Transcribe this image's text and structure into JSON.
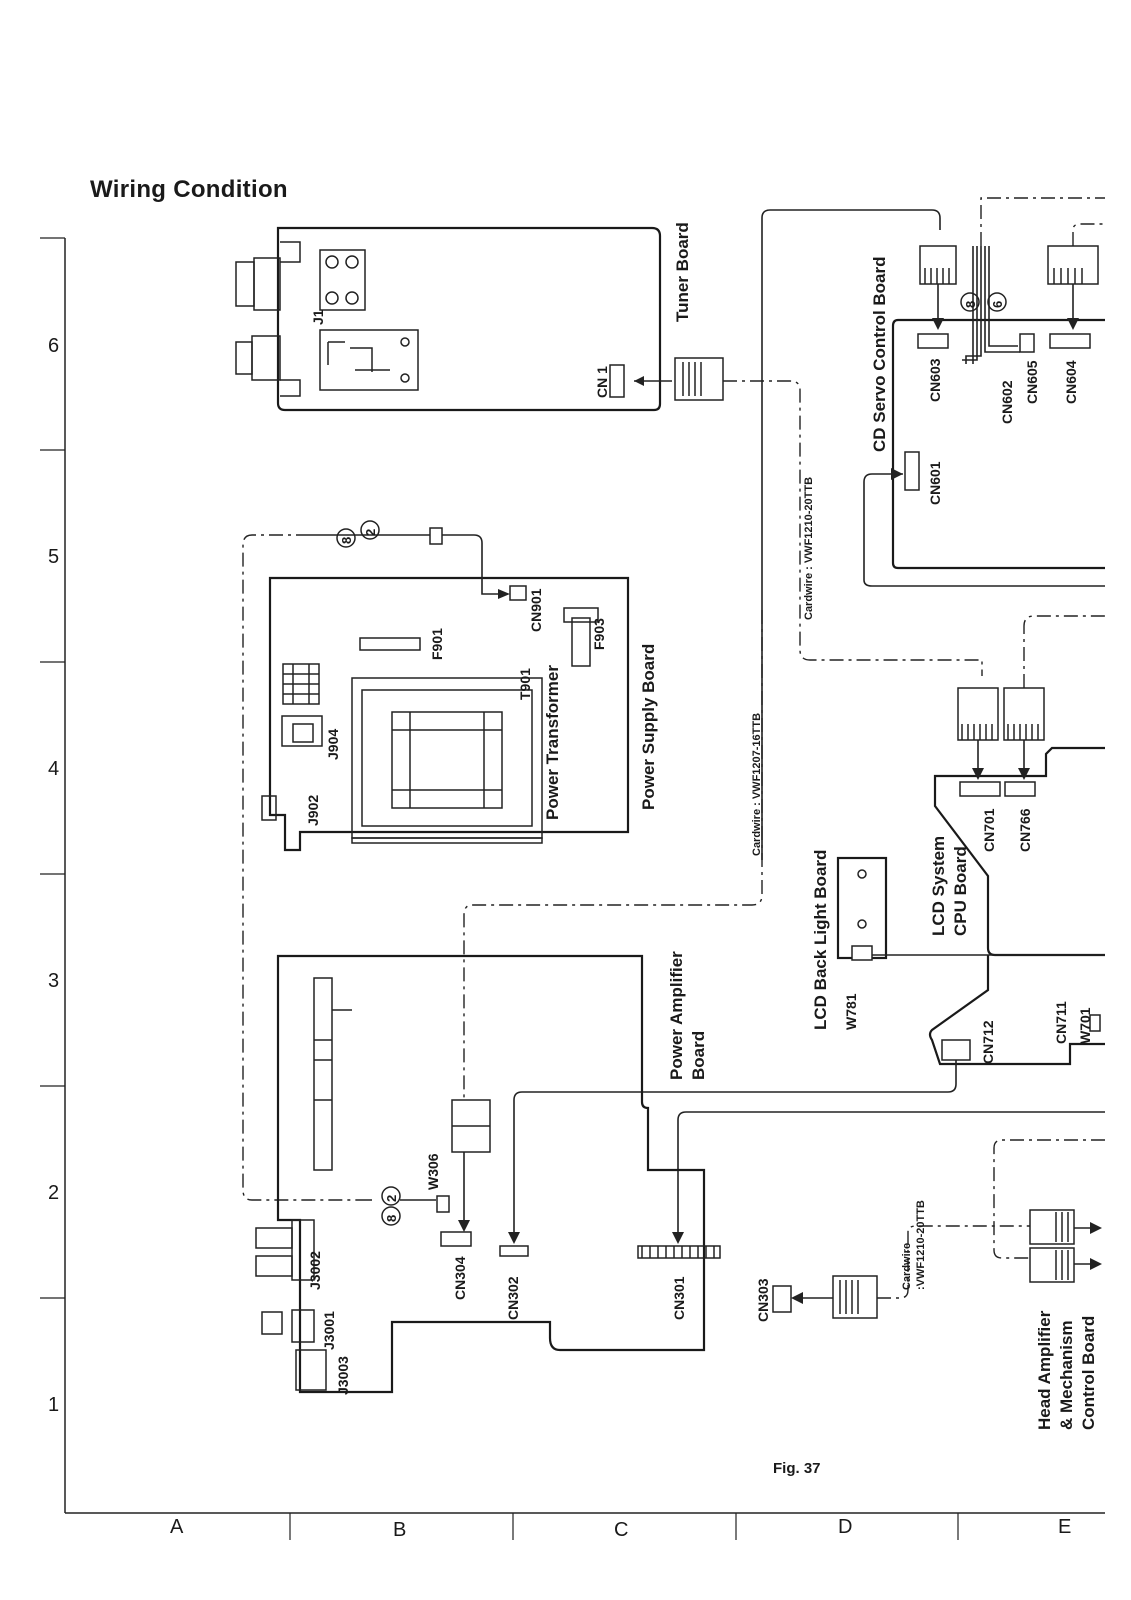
{
  "title": "Wiring Condition",
  "figure": "Fig. 37",
  "grid": {
    "rows": [
      "6",
      "5",
      "4",
      "3",
      "2",
      "1"
    ],
    "cols": [
      "A",
      "B",
      "C",
      "D",
      "E"
    ]
  },
  "boards": {
    "tuner": "Tuner Board",
    "cd_servo": "CD Servo Control Board",
    "power_supply": "Power Supply Board",
    "lcd_backlight": "LCD Back Light Board",
    "lcd_cpu_1": "LCD System",
    "lcd_cpu_2": "CPU Board",
    "power_amp_1": "Power Amplifier",
    "power_amp_2": "Board",
    "head_amp_1": "Head Amplifier",
    "head_amp_2": "& Mechanism",
    "head_amp_3": "Control Board"
  },
  "parts": {
    "j1": "J1",
    "cn1": "CN 1",
    "cn603": "CN603",
    "cn602": "CN602",
    "cn605": "CN605",
    "cn604": "CN604",
    "cn601": "CN601",
    "cn901": "CN901",
    "t901": "T901",
    "f901": "F901",
    "f903": "F903",
    "power_transformer": "Power Transformer",
    "j904": "J904",
    "j902": "J902",
    "cn701": "CN701",
    "cn766": "CN766",
    "w781": "W781",
    "cn712": "CN712",
    "cn711": "CN711",
    "w701": "W701",
    "w306": "W306",
    "cn304": "CN304",
    "cn302": "CN302",
    "cn301": "CN301",
    "cn303": "CN303",
    "j3002": "J3002",
    "j3001": "J3001",
    "j3003": "J3003"
  },
  "cardwires": {
    "cw_tuner_cpu": "Cardwire : VWF1210-20TTB",
    "cw_amp_cpu": "Cardwire : VWF1207-16TTB",
    "cw_head_1": "Cardwire",
    "cw_head_2": ":VWF1210-20TTB"
  },
  "markers": {
    "m8": "8",
    "m2": "2",
    "m6": "6"
  }
}
